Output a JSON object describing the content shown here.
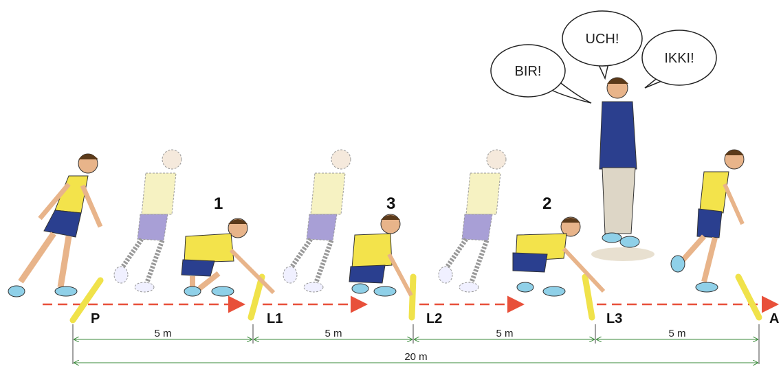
{
  "speech": {
    "bir": "BIR!",
    "uch": "UCH!",
    "ikki": "IKKI!"
  },
  "markers": {
    "p": "P",
    "l1": "L1",
    "l2": "L2",
    "l3": "L3",
    "a": "A"
  },
  "numbers": {
    "n1": "1",
    "n3": "3",
    "n2": "2"
  },
  "dimensions": {
    "seg1": "5 m",
    "seg2": "5 m",
    "seg3": "5 m",
    "seg4": "5 m",
    "total": "20 m"
  },
  "colors": {
    "line": "#f0e24a",
    "arrow": "#e8503a",
    "shirt": "#f3e34b",
    "shorts": "#2a3f8f",
    "faded_shirt": "#f5f0b8",
    "faded_shorts": "#9a8fd0",
    "coach": "#2b3f8e",
    "dimension": "#3a8a3a"
  }
}
